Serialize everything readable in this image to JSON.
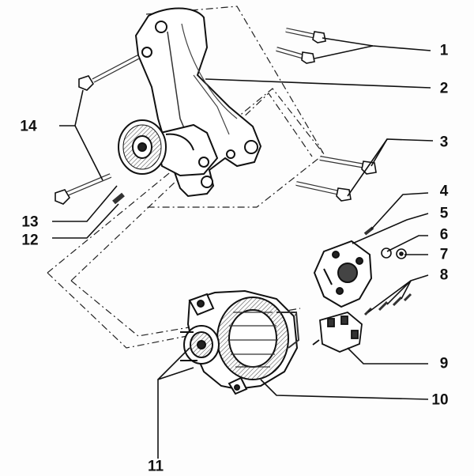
{
  "diagram": {
    "callouts": [
      "1",
      "2",
      "3",
      "4",
      "5",
      "6",
      "7",
      "8",
      "9",
      "10",
      "11",
      "12",
      "13",
      "14"
    ],
    "colors": {
      "ink": "#111111",
      "shade": "#6b6b6b",
      "paper": "#fdfdfd"
    }
  }
}
